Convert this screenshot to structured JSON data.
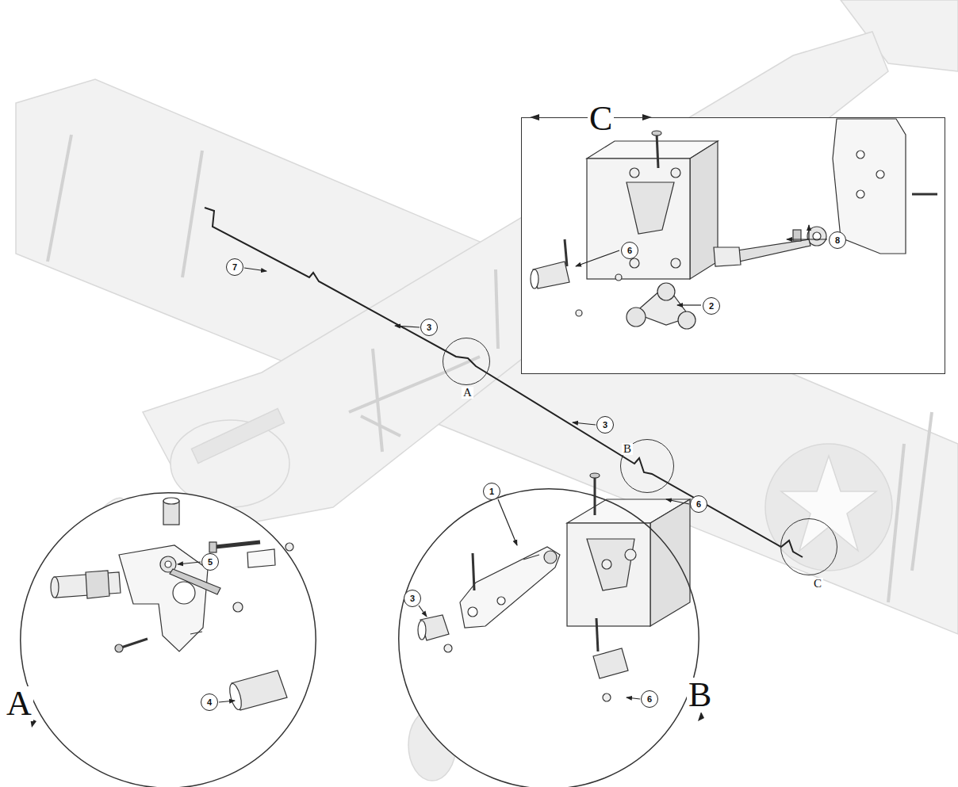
{
  "diagram": {
    "nodes": [
      {
        "text": [
          "7"
        ]
      },
      {
        "text": [
          "3"
        ]
      },
      {
        "text": [
          "C"
        ]
      },
      {
        "text": [
          "8"
        ],
        "in": 2
      },
      {
        "text": [
          "6"
        ],
        "in": 2
      },
      {
        "text": [
          "2"
        ],
        "in": 2
      },
      {
        "text": [
          "A"
        ]
      },
      {
        "text": [
          "3"
        ]
      },
      {
        "text": [
          "B"
        ]
      },
      {
        "text": [
          "6"
        ]
      },
      {
        "text": [
          "C"
        ]
      },
      {
        "text": [
          "A"
        ]
      },
      {
        "text": [
          "5"
        ],
        "in": 11
      },
      {
        "text": [
          "4"
        ],
        "in": 11
      },
      {
        "text": [
          "B"
        ]
      },
      {
        "text": [
          "1"
        ],
        "in": 14
      },
      {
        "text": [
          "3"
        ],
        "in": 14
      },
      {
        "text": [
          "6"
        ],
        "in": 14
      }
    ]
  }
}
